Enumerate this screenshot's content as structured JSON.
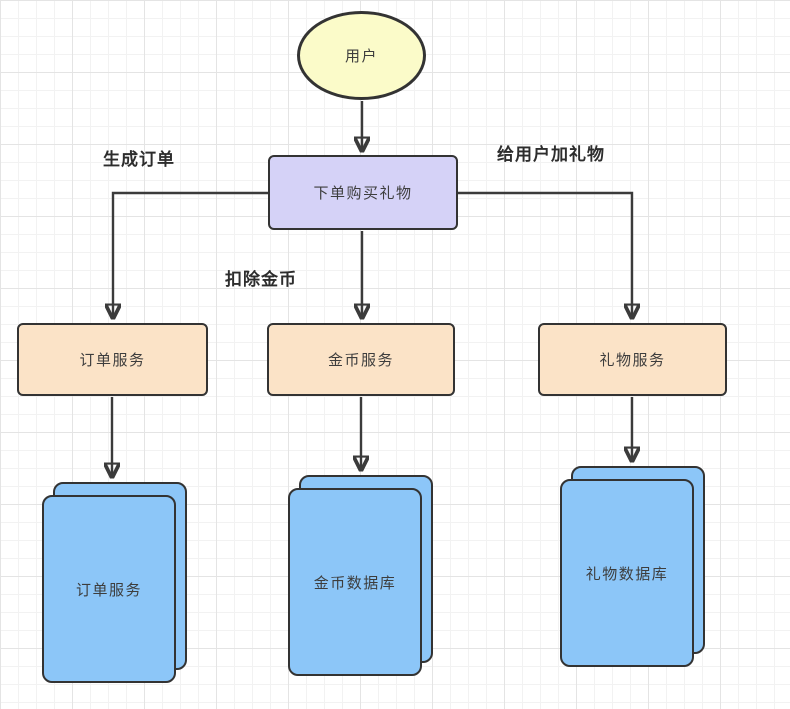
{
  "diagram": {
    "nodes": {
      "user": {
        "label": "用户",
        "shape": "ellipse"
      },
      "purchase": {
        "label": "下单购买礼物",
        "shape": "rounded-rect"
      },
      "order_service": {
        "label": "订单服务",
        "shape": "rounded-rect"
      },
      "coin_service": {
        "label": "金币服务",
        "shape": "rounded-rect"
      },
      "gift_service": {
        "label": "礼物服务",
        "shape": "rounded-rect"
      },
      "order_db": {
        "label": "订单服务",
        "shape": "stacked-cards"
      },
      "coin_db": {
        "label": "金币数据库",
        "shape": "stacked-cards"
      },
      "gift_db": {
        "label": "礼物数据库",
        "shape": "stacked-cards"
      }
    },
    "edge_labels": {
      "generate_order": "生成订单",
      "add_gift": "给用户加礼物",
      "deduct_coin": "扣除金币"
    },
    "edges": [
      {
        "from": "用户",
        "to": "下单购买礼物",
        "label": ""
      },
      {
        "from": "下单购买礼物",
        "to": "订单服务",
        "label": "生成订单"
      },
      {
        "from": "下单购买礼物",
        "to": "金币服务",
        "label": "扣除金币"
      },
      {
        "from": "下单购买礼物",
        "to": "礼物服务",
        "label": "给用户加礼物"
      },
      {
        "from": "订单服务",
        "to": "订单服务",
        "label": ""
      },
      {
        "from": "金币服务",
        "to": "金币数据库",
        "label": ""
      },
      {
        "from": "礼物服务",
        "to": "礼物数据库",
        "label": ""
      }
    ],
    "colors": {
      "user_fill": "#fbfbc9",
      "action_fill": "#d5d2f7",
      "service_fill": "#fbe3c7",
      "db_fill": "#8cc6f8",
      "border": "#333333",
      "arrow": "#3b3b3b",
      "label_text": "#2d2d2d",
      "grid_line": "#f2f2f2",
      "grid_major": "#e4e4e4"
    }
  }
}
